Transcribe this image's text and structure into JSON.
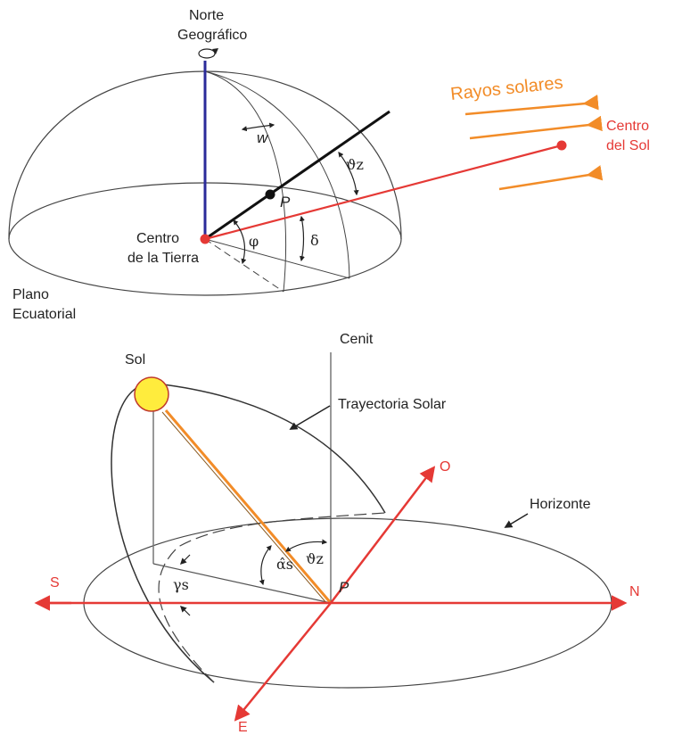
{
  "top": {
    "north_label_1": "Norte",
    "north_label_2": "Geográfico",
    "earth_center_label_1": "Centro",
    "earth_center_label_2": "de la Tierra",
    "plane_label_1": "Plano",
    "plane_label_2": "Ecuatorial",
    "sun_rays_label": "Rayos solares",
    "sun_center_label_1": "Centro",
    "sun_center_label_2": "del Sol",
    "point_label": "P",
    "omega_label": "w",
    "zenith_angle_label": "ϑz",
    "latitude_label": "φ",
    "declination_label": "δ"
  },
  "bottom": {
    "sun_label": "Sol",
    "zenith_label": "Cenit",
    "solar_path_label": "Trayectoria Solar",
    "horizon_label": "Horizonte",
    "south_label": "S",
    "north_label": "N",
    "west_label": "O",
    "east_label": "E",
    "point_label": "P",
    "zenith_angle_label": "ϑz",
    "altitude_label": "α̂s",
    "azimuth_label": "γs"
  },
  "colors": {
    "axis_blue": "#2b2b9a",
    "sun_ray_red": "#e53935",
    "rays_orange": "#f28c28",
    "sun_fill": "#ffec3d",
    "line_gray": "#555555"
  }
}
